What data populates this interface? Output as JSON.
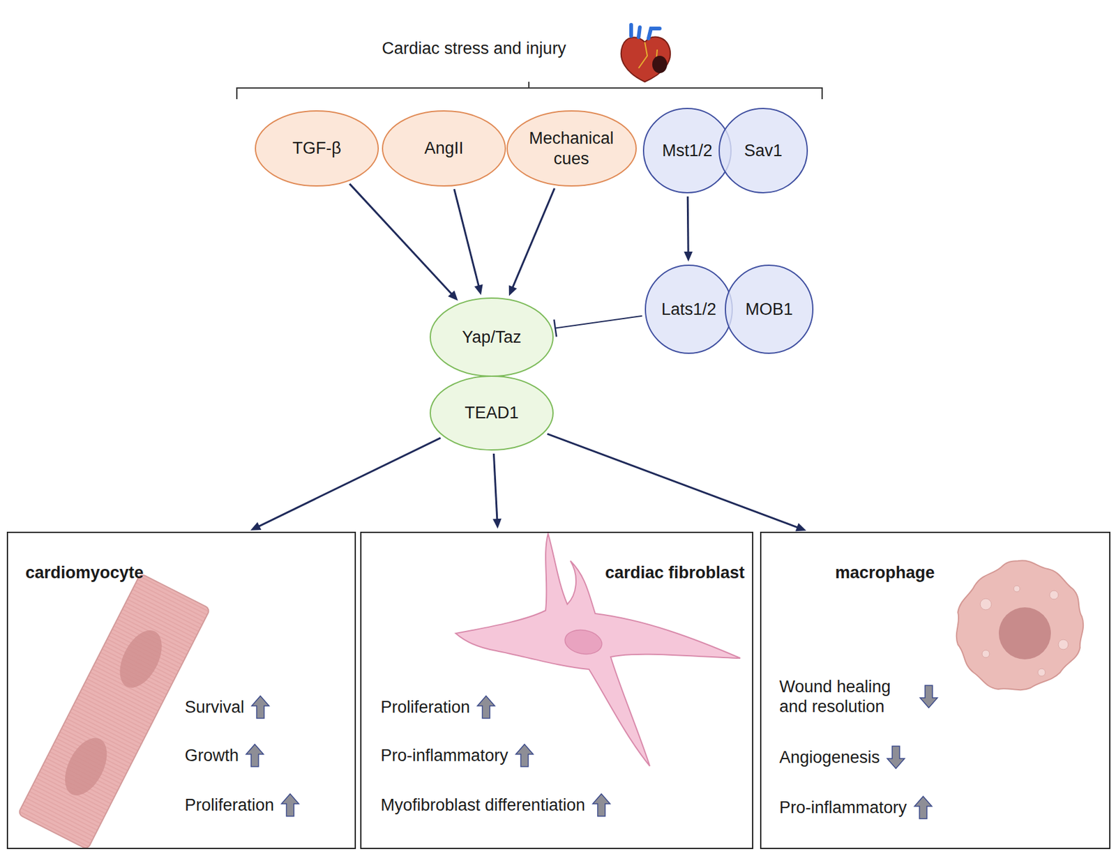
{
  "diagram": {
    "nodes": [
      {
        "text": [
          "TGF-β"
        ]
      },
      {
        "text": [
          "AngII"
        ]
      },
      {
        "text": [
          "Mechanical cues"
        ]
      },
      {
        "text": [
          "Mst1/2"
        ]
      },
      {
        "text": [
          "Sav1"
        ]
      },
      {
        "text": [
          "Lats1/2"
        ]
      },
      {
        "text": [
          "MOB1"
        ]
      },
      {
        "text": [
          "Yap/Taz"
        ]
      },
      {
        "text": [
          "TEAD1"
        ]
      },
      {
        "text": [
          "cardiomyocyte",
          "Survival",
          "Growth",
          "Proliferation"
        ]
      },
      {
        "text": [
          "cardiac fibroblast",
          "Proliferation",
          "Pro-inflammatory",
          "Myofibroblast differentiation"
        ]
      },
      {
        "text": [
          "macrophage",
          "Wound healing and resolution",
          "Angiogenesis",
          "Pro-inflammatory"
        ]
      }
    ],
    "edges": [
      {
        "from": 0,
        "to": 7,
        "arrow": "to"
      },
      {
        "from": 1,
        "to": 7,
        "arrow": "to"
      },
      {
        "from": 2,
        "to": 7,
        "arrow": "to"
      },
      {
        "from": 3,
        "to": 5,
        "arrow": "to"
      },
      {
        "from": 5,
        "to": 7,
        "arrow": "to"
      },
      {
        "from": 8,
        "to": 9,
        "arrow": "to"
      },
      {
        "from": 8,
        "to": 10,
        "arrow": "to"
      },
      {
        "from": 8,
        "to": 11,
        "arrow": "to"
      }
    ],
    "labels": [
      "Cardiac stress and injury"
    ]
  }
}
